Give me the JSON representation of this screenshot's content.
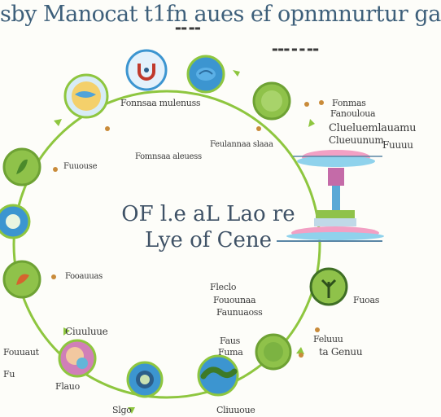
{
  "title": "sby Manocat t1fn aues  ef opnmnurtur ga",
  "center": {
    "line1": "OF l.e aL Lao re",
    "line2": "Lye of Cene"
  },
  "labels": {
    "top_tag": "▬▬ ▬▬",
    "top_right_tag": "▬▬▬ ▬ ▬ ▬▬",
    "left_mid_1": "Fonnsaa mulenuss",
    "left_mid_2": "Fomnsaa aleuess",
    "inner_right": "Feulannaa slaaa",
    "right_1_a": "Fonmas",
    "right_1_b": "Fanouloua",
    "right_1_c": "Clueluemlauamu",
    "right_1_d": "Clueuunum",
    "right_1_e": "Fuuuu",
    "left_2": "Fuuouse",
    "left_3": "Fooauuas",
    "right_2_a": "Fleclo",
    "right_2_b": "Fouounaa",
    "right_2_c": "Faunuaoss",
    "right_3": "Fuoas",
    "bottom_left_a": "Ciuuluue",
    "bottom_left_b": "Fouuaut",
    "bottom_left_c": "Fu",
    "bottom_left_d": "Flauo",
    "bottom_mid_a": "Faus",
    "bottom_mid_b": "Fuma",
    "bottom_right_a": "Feluuu",
    "bottom_right_b": "ta Genuu",
    "bottom_a": "Slgo",
    "bottom_b": "Cliuuoue"
  },
  "colors": {
    "ring": "#8ec63f",
    "title": "#3d5f7a",
    "node_blue": "#3c95d0",
    "node_green": "#8fc24a"
  }
}
